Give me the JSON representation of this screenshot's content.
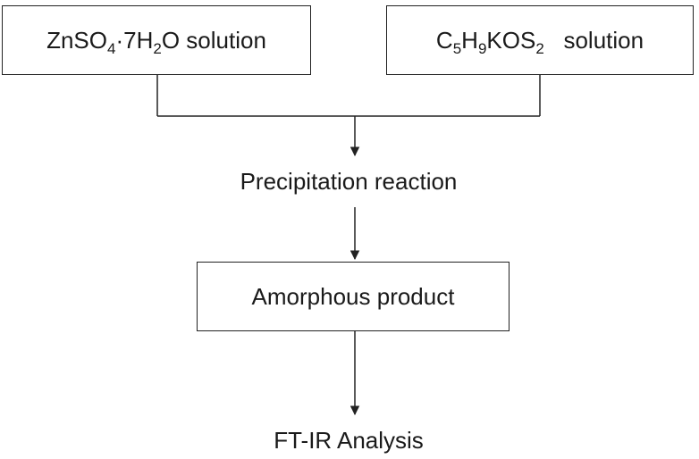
{
  "nodes": {
    "zinc_solution": {
      "formula_parts": [
        "ZnSO",
        "4",
        "·7H",
        "2",
        "O"
      ],
      "suffix": "solution"
    },
    "xanthate_solution": {
      "formula_parts": [
        "C",
        "5",
        "H",
        "9",
        "KOS",
        "2"
      ],
      "suffix": "solution"
    },
    "precipitation": {
      "label": "Precipitation reaction"
    },
    "amorphous_product": {
      "label": "Amorphous product"
    },
    "ftir_analysis": {
      "label": "FT-IR Analysis"
    }
  },
  "colors": {
    "line": "#222222",
    "text": "#1a1a1a",
    "background": "#ffffff"
  }
}
